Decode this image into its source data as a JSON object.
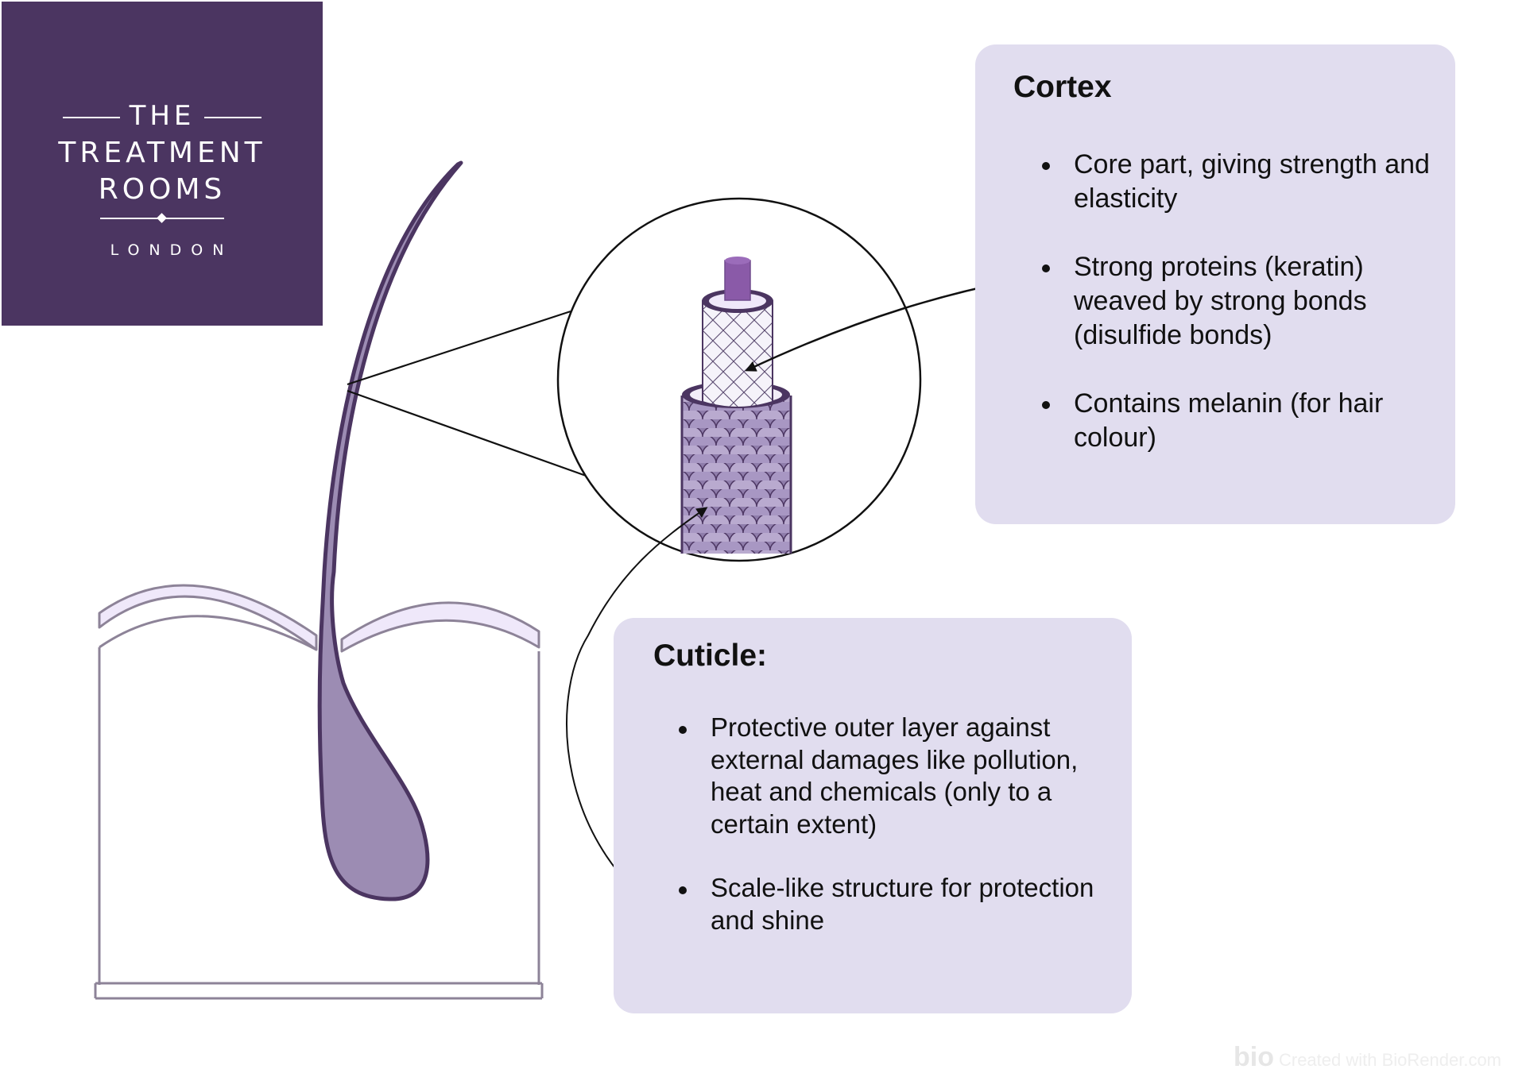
{
  "logo": {
    "line1": "THE",
    "line2": "TREATMENT",
    "line3": "ROOMS",
    "line4": "LONDON",
    "color": "#4b3561"
  },
  "cortex": {
    "title": "Cortex",
    "bullets": [
      "Core part, giving strength and elasticity",
      "Strong proteins (keratin) weaved by strong bonds (disulfide bonds)",
      "Contains melanin (for hair colour)"
    ]
  },
  "cuticle": {
    "title": "Cuticle:",
    "bullets": [
      "Protective outer layer against external damages like pollution, heat and chemicals (only to a certain extent)",
      "Scale-like structure for protection and shine"
    ]
  },
  "watermark": {
    "brand": "bio",
    "text": "Created with BioRender.com"
  },
  "colors": {
    "purple_dark": "#4b3561",
    "purple_fill": "#9c8cb3",
    "card_bg": "#e1ddef",
    "scalp_light": "#efe8fa"
  }
}
